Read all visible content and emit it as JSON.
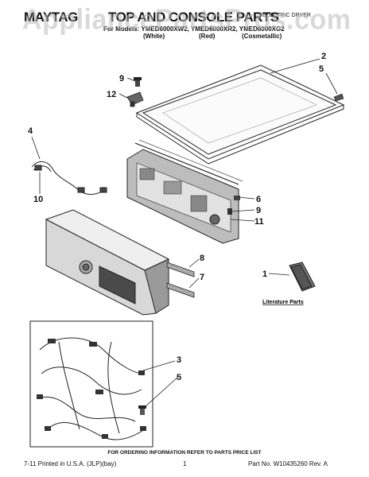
{
  "header": {
    "brand": "MAYTAG",
    "title": "TOP AND CONSOLE PARTS",
    "product_type": "ELECTRIC DRYER",
    "models_line": "For Models: YMED6000XW2, YMED6000XR2, YMED6000XG2",
    "colors": [
      "(White)",
      "(Red)",
      "(Cosmetallic)"
    ]
  },
  "watermark": "AppliancePartsPros.com",
  "callouts": [
    "1",
    "2",
    "3",
    "4",
    "5",
    "5",
    "6",
    "7",
    "8",
    "9",
    "9",
    "10",
    "11",
    "12"
  ],
  "literature_label": "Literature Parts",
  "footer": {
    "note": "FOR ORDERING INFORMATION REFER TO PARTS PRICE LIST",
    "printed": "7-11 Printed in U.S.A. (JLP)(bay)",
    "page": "1",
    "part_no": "Part No. W10435260 Rev. A"
  }
}
